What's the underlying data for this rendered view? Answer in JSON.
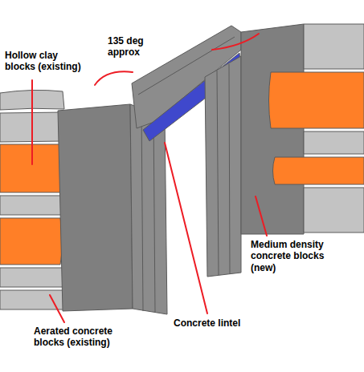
{
  "diagram": {
    "labels": [
      "135 deg approx",
      "Hollow clay blocks (existing)",
      "Medium density concrete blocks (new)",
      "Concrete lintel",
      "Aerated concrete blocks (existing)"
    ]
  }
}
